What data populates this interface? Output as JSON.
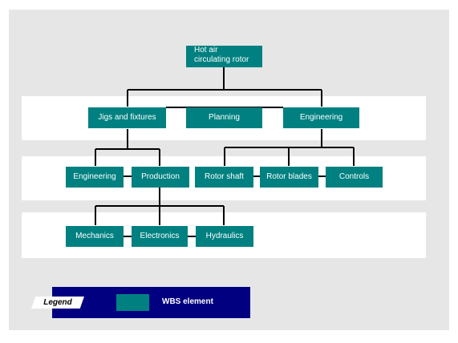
{
  "diagram": {
    "nodes": {
      "root": {
        "label_line1": "Hot air",
        "label_line2": "circulating rotor"
      },
      "jigs": {
        "label": "Jigs and fixtures"
      },
      "planning": {
        "label": "Planning"
      },
      "engineering_top": {
        "label": "Engineering"
      },
      "engineering_sub": {
        "label": "Engineering"
      },
      "production": {
        "label": "Production"
      },
      "rotor_shaft": {
        "label": "Rotor shaft"
      },
      "rotor_blades": {
        "label": "Rotor blades"
      },
      "controls": {
        "label": "Controls"
      },
      "mechanics": {
        "label": "Mechanics"
      },
      "electronics": {
        "label": "Electronics"
      },
      "hydraulics": {
        "label": "Hydraulics"
      }
    }
  },
  "legend": {
    "tag": "Legend",
    "entry": "WBS element"
  },
  "colors": {
    "node": "#008080",
    "legend_bg": "#000080",
    "canvas": "#e6e6e6"
  }
}
